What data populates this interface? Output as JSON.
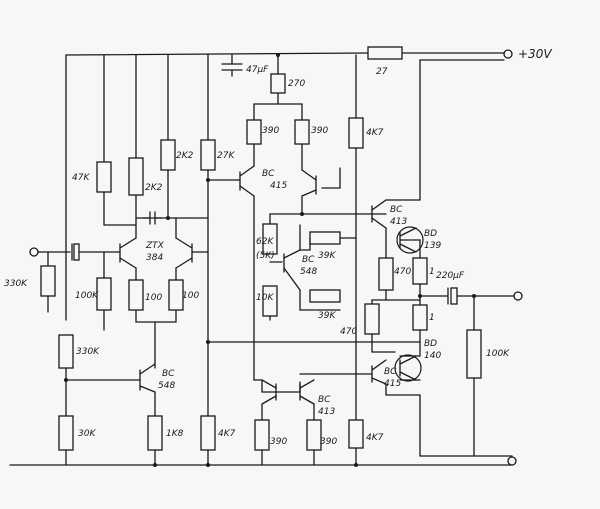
{
  "supply": "+30V",
  "resistors": {
    "r_27": "27",
    "r_270": "270",
    "r_390_top_left": "390",
    "r_390_top_right": "390",
    "r_47k_left": "47K",
    "r_2k2_a": "2K2",
    "r_2k2_b": "2K2",
    "r_27k": "27K",
    "r_4k7_top": "4K7",
    "r_330k_in": "330K",
    "r_100k_left": "100K",
    "r_100_a": "100",
    "r_100_b": "100",
    "r_330k_mid": "330K",
    "r_30k": "30K",
    "r_1k8": "1K8",
    "r_4k7_bottom_left": "4K7",
    "r_62k": "62K",
    "r_5k_pot": "(5K)",
    "r_10k": "10K",
    "r_39k_a": "39K",
    "r_39k_b": "39K",
    "r_470_a": "470",
    "r_470_b": "470",
    "r_1_a": "1",
    "r_1_b": "1",
    "r_100k_out": "100K",
    "r_390_bottom_left": "390",
    "r_390_bottom_right": "390",
    "r_4k7_bottom_right": "4K7"
  },
  "capacitors": {
    "c_47uf": "47μF",
    "c_220uf": "220μF"
  },
  "transistors": {
    "q_bc415_top": [
      "BC",
      "415"
    ],
    "q_ztx384": [
      "ZTX",
      "384"
    ],
    "q_bc548_mid": [
      "BC",
      "548"
    ],
    "q_bc548_left": [
      "BC",
      "548"
    ],
    "q_bc413_driver": [
      "BC",
      "413"
    ],
    "q_bd139": [
      "BD",
      "139"
    ],
    "q_bc415_driver": [
      "BC",
      "415"
    ],
    "q_bd140": [
      "BD",
      "140"
    ],
    "q_bc413_bottom": [
      "BC",
      "413"
    ]
  },
  "icons": {
    "input_terminal": "input-terminal-icon",
    "output_terminal": "output-terminal-icon",
    "ground_terminal": "ground-terminal-icon",
    "supply_terminal": "supply-terminal-icon"
  }
}
